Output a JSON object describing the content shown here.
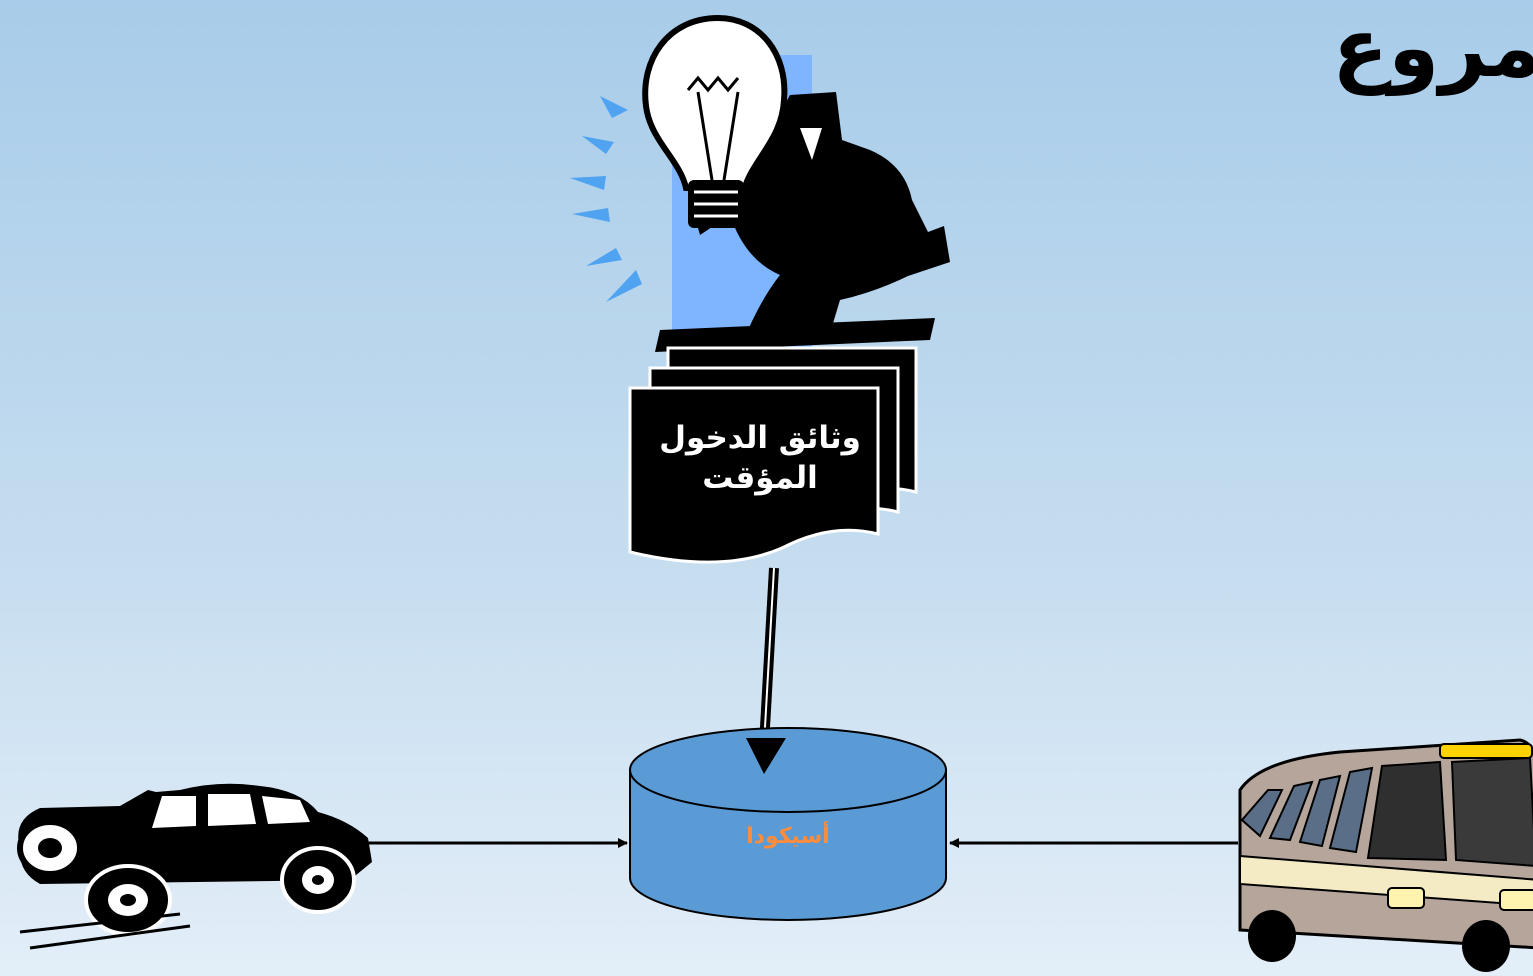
{
  "slide": {
    "title": "مروع",
    "documents_label_line1": "وثائق الدخول",
    "documents_label_line2": "المؤقت",
    "database_label": "أسيكودا"
  },
  "icons": {
    "businessman": "businessman-with-lightbulb-icon",
    "car": "vintage-car-icon",
    "bus": "bus-icon",
    "documents": "stacked-documents-icon",
    "database": "database-cylinder-icon"
  },
  "colors": {
    "background_top": "#a8cce9",
    "background_bottom": "#e3eef8",
    "database_fill": "#5b9bd5",
    "database_label": "#ff8c3a",
    "lightbulb_backdrop": "#7fb5ff"
  }
}
